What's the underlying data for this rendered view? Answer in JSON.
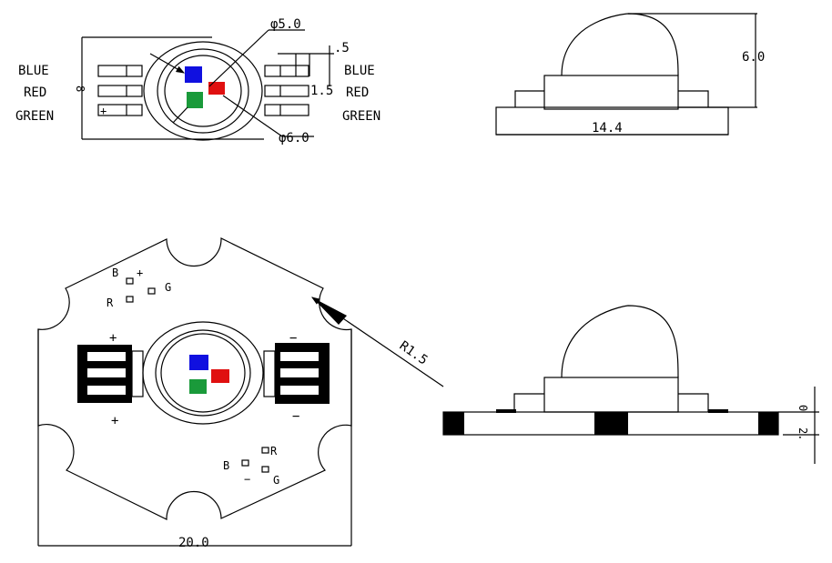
{
  "colors": {
    "blue": "#1010e0",
    "red": "#e01010",
    "green": "#1a9a3a"
  },
  "top_view": {
    "left_labels": [
      "BLUE",
      "RED",
      "GREEN"
    ],
    "right_labels": [
      "BLUE",
      "RED",
      "GREEN"
    ],
    "dim_lens_inner": "φ5.0",
    "dim_lens_outer": "φ6.0",
    "dim_pad_width": ".5",
    "dim_pad_pitch": "1.5",
    "dim_body": "8"
  },
  "side_view_top": {
    "dim_height": "6.0",
    "dim_width": "14.4"
  },
  "star_board": {
    "top_marks": {
      "b": "B",
      "plus": "+",
      "r": "R",
      "g": "G"
    },
    "bottom_marks": {
      "b": "B",
      "r": "R",
      "minus": "−",
      "g": "G"
    },
    "left_pad_sign_top": "+",
    "left_pad_sign_bottom": "+",
    "right_pad_sign_top": "−",
    "right_pad_sign_bottom": "−",
    "dim_radius": "R1.5",
    "dim_width": "20.0"
  },
  "side_view_bottom": {
    "dim_thickness_a": "0",
    "dim_thickness_b": "2."
  }
}
